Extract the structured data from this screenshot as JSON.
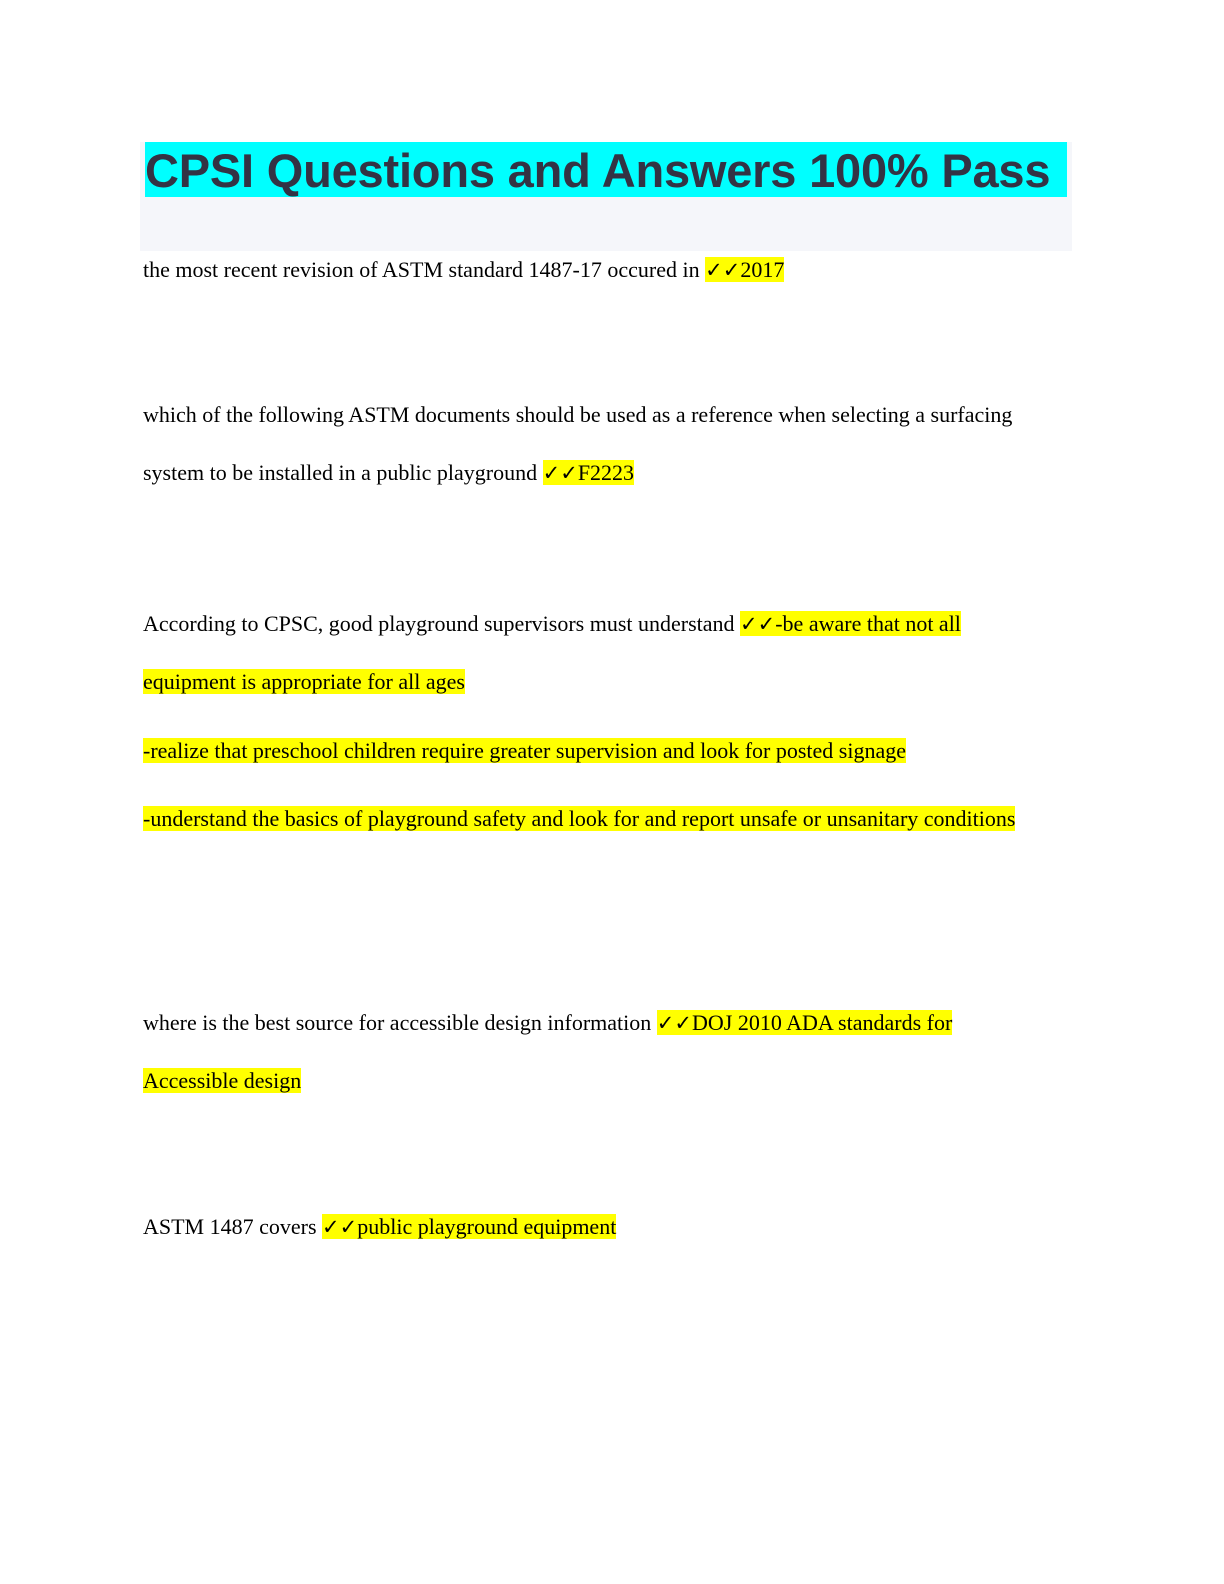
{
  "title": "CPSI Questions and Answers 100% Pass",
  "check_icon": "✓✓",
  "colors": {
    "title_bg": "#00ffff",
    "answer_highlight": "#ffff00",
    "title_text": "#333344"
  },
  "items": [
    {
      "question": "the most recent revision of ASTM standard 1487-17 occured in",
      "answer": [
        "2017"
      ]
    },
    {
      "question": "which of the following ASTM documents should be used as a reference when selecting a surfacing system to be installed in a public playground",
      "answer": [
        "F2223"
      ]
    },
    {
      "question": "According to CPSC, good playground supervisors must understand",
      "answer": [
        "-be aware that not all equipment is appropriate for all ages",
        "-realize that preschool children require greater supervision and look for posted signage",
        "-understand the basics of playground safety and look for and report unsafe or unsanitary conditions"
      ]
    },
    {
      "question": "where is the best source for accessible design information",
      "answer": [
        "DOJ 2010 ADA standards for Accessible design"
      ]
    },
    {
      "question": "ASTM 1487 covers",
      "answer": [
        "public playground equipment"
      ]
    }
  ]
}
